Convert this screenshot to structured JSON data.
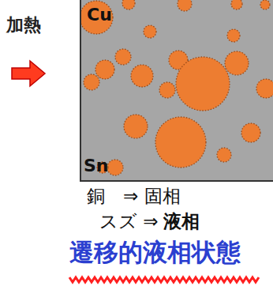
{
  "diagram": {
    "nodes": [
      {
        "text": [
          "Cu",
          "Sn"
        ]
      }
    ],
    "labels": [
      "加熱",
      "銅　⇒ 固相",
      "スズ ⇒",
      "液相",
      "遷移的液相状態"
    ]
  }
}
